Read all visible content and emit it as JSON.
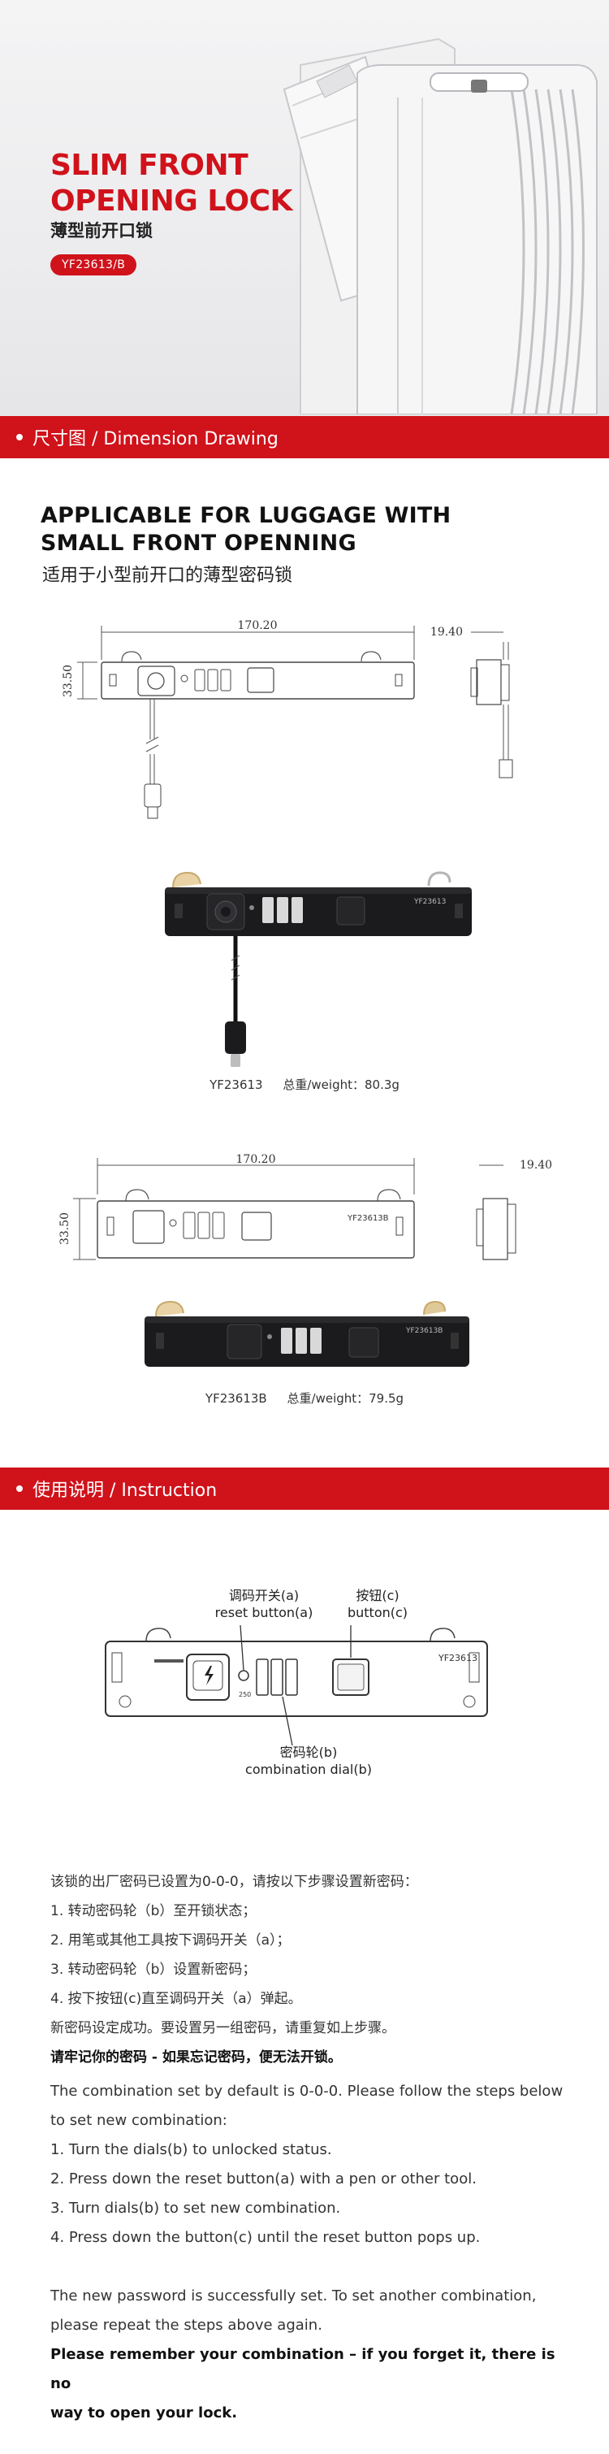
{
  "hero": {
    "title_line1": "SLIM FRONT",
    "title_line2": "OPENING LOCK",
    "subtitle_cn": "薄型前开口锁",
    "model_badge": "YF23613/B"
  },
  "sections": {
    "dimension": "尺寸图 / Dimension Drawing",
    "instruction": "使用说明 / Instruction"
  },
  "dimension": {
    "headline_line1": "APPLICABLE FOR LUGGAGE WITH",
    "headline_line2": "SMALL FRONT OPENNING",
    "headline_cn": "适用于小型前开口的薄型密码锁",
    "variant_a": {
      "width_label": "170.20",
      "height_label": "33.50",
      "depth_label": "19.40",
      "model": "YF23613",
      "weight": "总重/weight：80.3g",
      "product_mark": "YF23613"
    },
    "variant_b": {
      "width_label": "170.20",
      "height_label": "33.50",
      "depth_label": "19.40",
      "model": "YF23613B",
      "weight": "总重/weight：79.5g",
      "product_mark": "YF23613B"
    }
  },
  "diagram": {
    "reset_cn": "调码开关(a)",
    "reset_en": "reset button(a)",
    "button_cn": "按钮(c)",
    "button_en": "button(c)",
    "dial_cn": "密码轮(b)",
    "dial_en": "combination dial(b)",
    "product_mark": "YF23613"
  },
  "instructions_cn": {
    "intro": "该锁的出厂密码已设置为0-0-0，请按以下步骤设置新密码：",
    "steps": [
      "1.    转动密码轮（b）至开锁状态；",
      "2.    用笔或其他工具按下调码开关（a）；",
      "3.     转动密码轮（b）设置新密码；",
      "4.    按下按钮(c)直至调码开关（a）弹起。"
    ],
    "done": "新密码设定成功。要设置另一组密码，请重复如上步骤。",
    "warning": "请牢记你的密码 - 如果忘记密码，便无法开锁。"
  },
  "instructions_en": {
    "intro_line1": "The combination set by default is 0-0-0. Please follow the steps below",
    "intro_line2": "to set new combination:",
    "steps": [
      "1. Turn the dials(b) to unlocked status.",
      "2. Press down the reset button(a) with a pen or other tool.",
      "3. Turn dials(b) to set new combination.",
      "4. Press down the button(c) until the reset button pops up."
    ],
    "done_line1": "The new password is successfully set. To set another combination,",
    "done_line2": "please repeat the steps above again.",
    "warning_line1": "Please remember your combination – if you forget it, there is no",
    "warning_line2": "way to open your lock."
  },
  "colors": {
    "brand_red": "#d0121b",
    "lock_body": "#1b1b1d",
    "hero_bg": "#ececee"
  }
}
